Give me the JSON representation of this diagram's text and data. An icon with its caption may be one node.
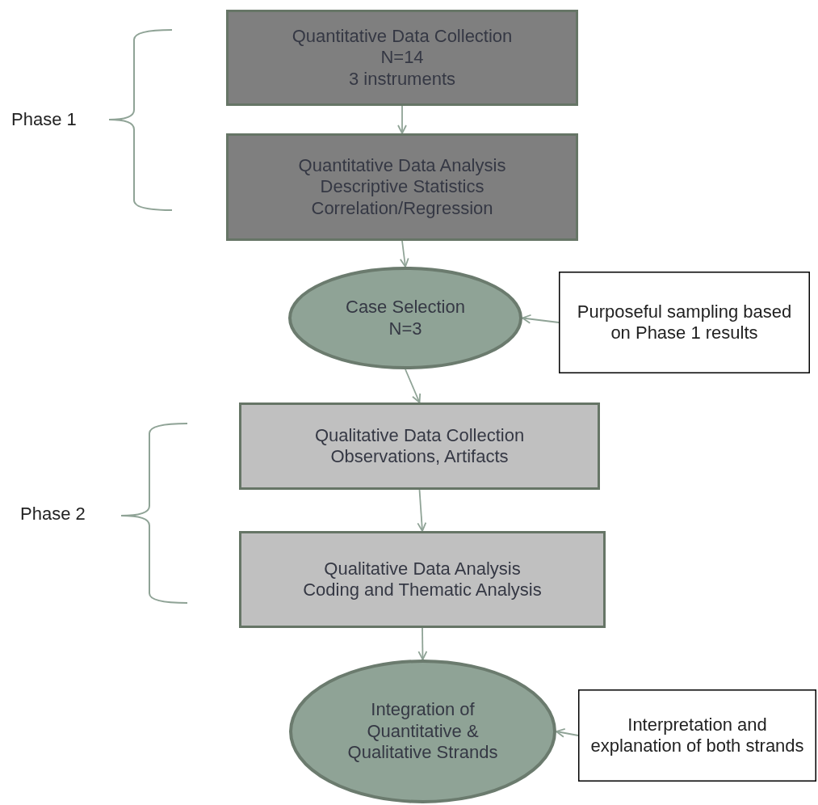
{
  "diagram": {
    "nodes": [
      {
        "text": [
          "Quantitative Data Collection",
          "N=14",
          "3 instruments"
        ]
      },
      {
        "text": [
          "Quantitative Data Analysis",
          "Descriptive Statistics",
          "Correlation/Regression"
        ]
      },
      {
        "text": [
          "Case Selection",
          "N=3"
        ]
      },
      {
        "text": [
          "Purposeful sampling based on Phase 1 results"
        ]
      },
      {
        "text": [
          "Qualitative Data Collection",
          "Observations, Artifacts"
        ]
      },
      {
        "text": [
          "Qualitative Data Analysis",
          "Coding and Thematic Analysis"
        ]
      },
      {
        "text": [
          "Integration of Quantitative & Qualitative Strands"
        ]
      },
      {
        "text": [
          "Interpretation and explanation of both strands"
        ]
      }
    ],
    "edges": [
      {
        "from": 0,
        "to": 1,
        "arrow": "to"
      },
      {
        "from": 1,
        "to": 2,
        "arrow": "to"
      },
      {
        "from": 3,
        "to": 2,
        "arrow": "to"
      },
      {
        "from": 2,
        "to": 4,
        "arrow": "to"
      },
      {
        "from": 4,
        "to": 5,
        "arrow": "to"
      },
      {
        "from": 5,
        "to": 6,
        "arrow": "to"
      },
      {
        "from": 7,
        "to": 6,
        "arrow": "to"
      }
    ],
    "labels": [
      "Phase 1",
      "Phase 2"
    ]
  }
}
